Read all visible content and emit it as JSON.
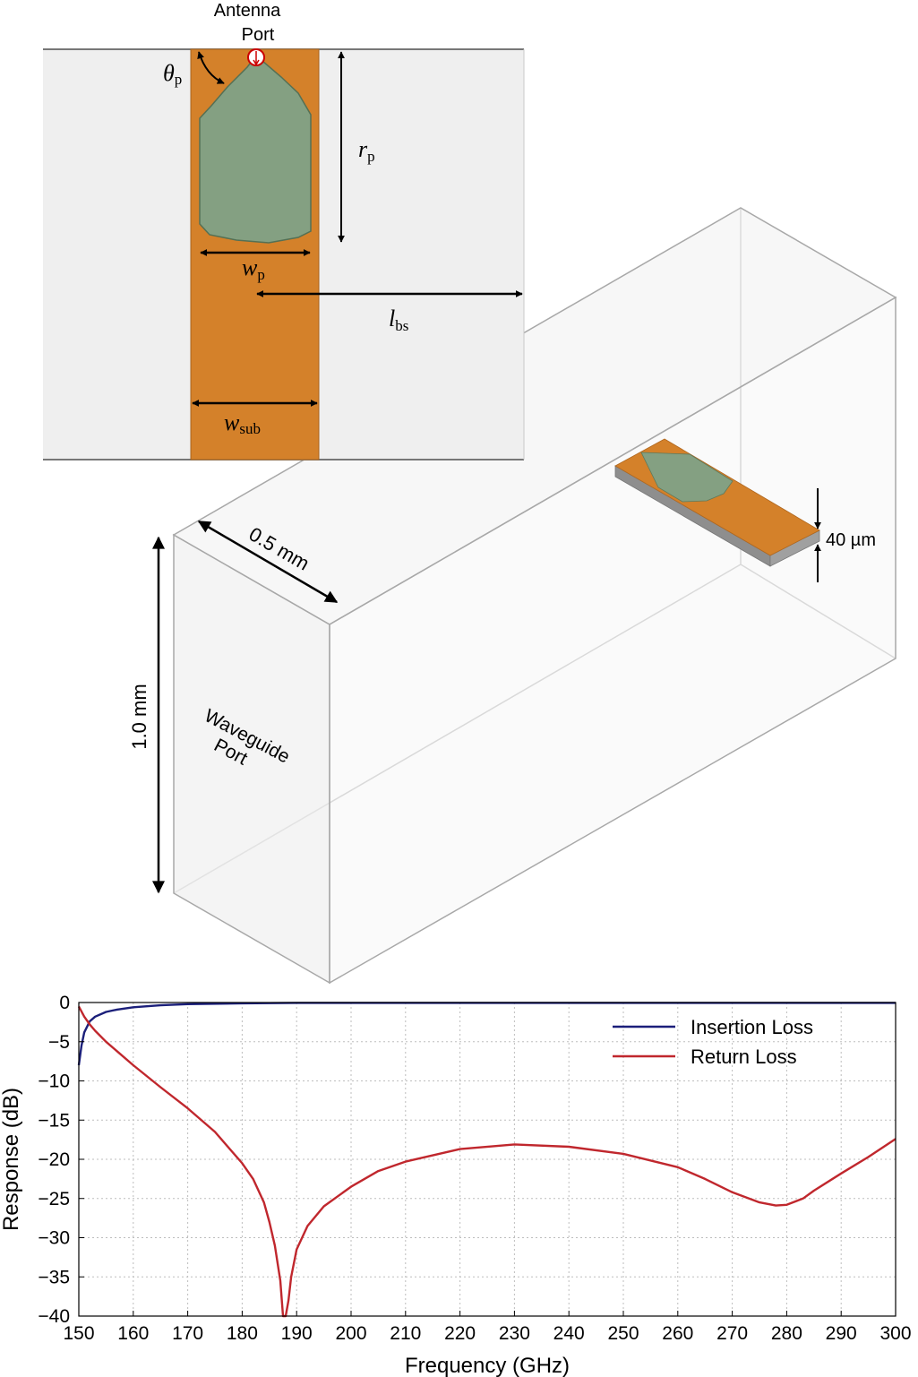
{
  "diagram": {
    "antenna_port_line1": "Antenna",
    "antenna_port_line2": "Port",
    "theta": "θ",
    "theta_sub": "p",
    "r": "r",
    "r_sub": "p",
    "w": "w",
    "w_sub": "p",
    "l": "l",
    "l_sub": "bs",
    "wsub": "w",
    "wsub_sub": "sub",
    "width_label": "0.5 mm",
    "height_label": "1.0 mm",
    "thickness_label": "40 µm",
    "waveguide_port_line1": "Waveguide",
    "waveguide_port_line2": "Port",
    "colors": {
      "substrate": "#D4812A",
      "probe": "#84A082",
      "box_face": "#EEEEEE",
      "edge": "#A8A8A8"
    }
  },
  "chart_data": {
    "type": "line",
    "xlabel": "Frequency (GHz)",
    "ylabel": "Response (dB)",
    "xlim": [
      150,
      300
    ],
    "ylim": [
      -40,
      0
    ],
    "xticks": [
      150,
      160,
      170,
      180,
      190,
      200,
      210,
      220,
      230,
      240,
      250,
      260,
      270,
      280,
      290,
      300
    ],
    "yticks": [
      0,
      -5,
      -10,
      -15,
      -20,
      -25,
      -30,
      -35,
      -40
    ],
    "grid": true,
    "legend_position": "top-right",
    "series": [
      {
        "name": "Insertion Loss",
        "color": "#1B1F7A",
        "x": [
          150,
          150.5,
          151,
          152,
          153,
          155,
          157,
          160,
          165,
          170,
          180,
          190,
          200,
          220,
          250,
          280,
          300
        ],
        "y": [
          -8.0,
          -5.5,
          -3.8,
          -2.4,
          -1.8,
          -1.2,
          -0.9,
          -0.6,
          -0.35,
          -0.2,
          -0.1,
          -0.05,
          -0.05,
          -0.05,
          -0.05,
          -0.05,
          -0.05
        ]
      },
      {
        "name": "Return Loss",
        "color": "#C0272D",
        "x": [
          150,
          151,
          152,
          153,
          155,
          157,
          160,
          165,
          170,
          175,
          180,
          182,
          184,
          185,
          186,
          187,
          187.5,
          188,
          188.5,
          189,
          190,
          192,
          195,
          200,
          205,
          210,
          220,
          230,
          240,
          250,
          260,
          265,
          270,
          275,
          278,
          280,
          283,
          285,
          290,
          295,
          300
        ],
        "y": [
          -0.5,
          -1.8,
          -2.8,
          -3.6,
          -5.0,
          -6.2,
          -8.0,
          -10.8,
          -13.5,
          -16.5,
          -20.5,
          -22.5,
          -25.5,
          -28.0,
          -31.0,
          -35.5,
          -40.0,
          -40.0,
          -38.0,
          -35.0,
          -31.5,
          -28.5,
          -26.0,
          -23.5,
          -21.5,
          -20.3,
          -18.7,
          -18.1,
          -18.4,
          -19.3,
          -21.0,
          -22.5,
          -24.2,
          -25.5,
          -25.9,
          -25.8,
          -25.0,
          -24.0,
          -21.8,
          -19.7,
          -17.4
        ]
      }
    ]
  }
}
